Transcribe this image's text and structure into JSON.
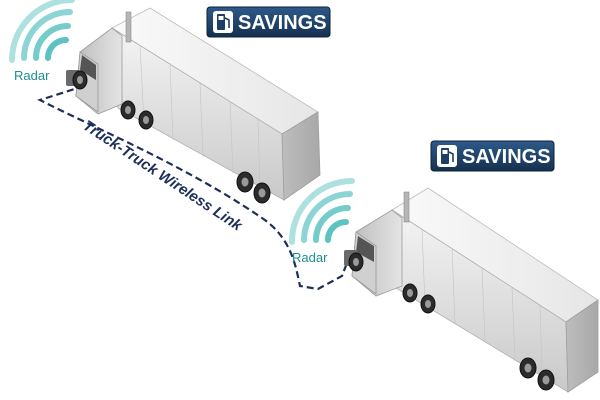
{
  "badges": [
    {
      "label": "SAVINGS",
      "icon": "fuel-pump-icon"
    },
    {
      "label": "SAVINGS",
      "icon": "fuel-pump-icon"
    }
  ],
  "radar_labels": [
    "Radar",
    "Radar"
  ],
  "link_label": "Truck-Truck Wireless Link",
  "colors": {
    "badge_bg": "#1d3f66",
    "badge_text": "#ffffff",
    "radar_wave": "#5cc3c2",
    "radar_text": "#1f8f8d",
    "link_line": "#1d2f5a",
    "truck_body": "#d9d9d9"
  }
}
